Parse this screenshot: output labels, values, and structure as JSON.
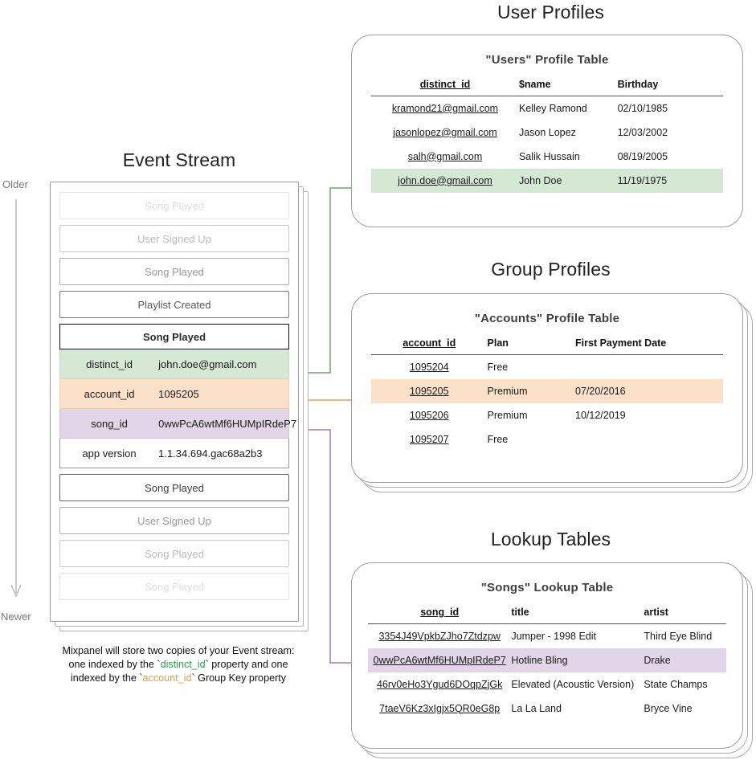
{
  "sections": {
    "user_profiles_title": "User Profiles",
    "group_profiles_title": "Group Profiles",
    "lookup_tables_title": "Lookup Tables",
    "event_stream_title": "Event Stream"
  },
  "colors": {
    "green_highlight": "#d5e8d4",
    "orange_highlight": "#fae1c8",
    "purple_highlight": "#e1d5e7",
    "green_arrow": "#5f9e5f",
    "orange_arrow": "#e8a33d",
    "purple_arrow": "#9d7ea8",
    "card_border": "#9e9e9e"
  },
  "timeline": {
    "older_label": "Older",
    "newer_label": "Newer"
  },
  "event_stream": {
    "events_before": [
      {
        "label": "Song Played",
        "fade": "f1"
      },
      {
        "label": "User Signed Up",
        "fade": "f2"
      },
      {
        "label": "Song Played",
        "fade": "f3"
      },
      {
        "label": "Playlist Created",
        "fade": "f4"
      }
    ],
    "expanded_event": {
      "title": "Song Played",
      "properties": [
        {
          "key": "distinct_id",
          "value": "john.doe@gmail.com",
          "tone": "green"
        },
        {
          "key": "account_id",
          "value": "1095205",
          "tone": "orange"
        },
        {
          "key": "song_id",
          "value": "0wwPcA6wtMf6HUMpIRdeP7",
          "tone": "purple"
        },
        {
          "key": "app version",
          "value": "1.1.34.694.gac68a2b3",
          "tone": "plain"
        }
      ]
    },
    "events_after": [
      {
        "label": "Song Played",
        "fade": "f5"
      },
      {
        "label": "User Signed Up",
        "fade": "f3"
      },
      {
        "label": "Song Played",
        "fade": "f2"
      },
      {
        "label": "Song Played",
        "fade": "f1"
      }
    ]
  },
  "users_table": {
    "title": "\"Users\" Profile Table",
    "columns": [
      "distinct_id",
      "$name",
      "Birthday"
    ],
    "rows": [
      {
        "cells": [
          "kramond21@gmail.com",
          "Kelley Ramond",
          "02/10/1985"
        ],
        "highlight": ""
      },
      {
        "cells": [
          "jasonlopez@gmail.com",
          "Jason Lopez",
          "12/03/2002"
        ],
        "highlight": ""
      },
      {
        "cells": [
          "salh@gmail.com",
          "Salik Hussain",
          "08/19/2005"
        ],
        "highlight": ""
      },
      {
        "cells": [
          "john.doe@gmail.com",
          "John Doe",
          "11/19/1975"
        ],
        "highlight": "hl-green"
      }
    ]
  },
  "accounts_table": {
    "title": "\"Accounts\" Profile Table",
    "columns": [
      "account_id",
      "Plan",
      "First Payment Date"
    ],
    "rows": [
      {
        "cells": [
          "1095204",
          "Free",
          ""
        ],
        "highlight": ""
      },
      {
        "cells": [
          "1095205",
          "Premium",
          "07/20/2016"
        ],
        "highlight": "hl-orange"
      },
      {
        "cells": [
          "1095206",
          "Premium",
          "10/12/2019"
        ],
        "highlight": ""
      },
      {
        "cells": [
          "1095207",
          "Free",
          ""
        ],
        "highlight": ""
      }
    ]
  },
  "songs_table": {
    "title": "\"Songs\" Lookup Table",
    "columns": [
      "song_id",
      "title",
      "artist"
    ],
    "rows": [
      {
        "cells": [
          "3354J49VpkbZJho7Ztdzpw",
          "Jumper - 1998 Edit",
          "Third Eye Blind"
        ],
        "highlight": ""
      },
      {
        "cells": [
          "0wwPcA6wtMf6HUMpIRdeP7",
          "Hotline Bling",
          "Drake"
        ],
        "highlight": "hl-purple"
      },
      {
        "cells": [
          "46rv0eHo3Ygud6DOqpZjGk",
          "Elevated (Acoustic Version)",
          "State Champs"
        ],
        "highlight": ""
      },
      {
        "cells": [
          "7taeV6Kz3xIgjx5QR0eG8p",
          "La La Land",
          "Bryce Vine"
        ],
        "highlight": ""
      }
    ]
  },
  "caption": {
    "line1": "Mixpanel will store two copies of your Event stream:",
    "line2_a": "one indexed by the `",
    "line2_key": "distinct_id",
    "line2_b": "` property and one",
    "line3_a": "indexed by the `",
    "line3_key": "account_id",
    "line3_b": "` Group Key property"
  }
}
